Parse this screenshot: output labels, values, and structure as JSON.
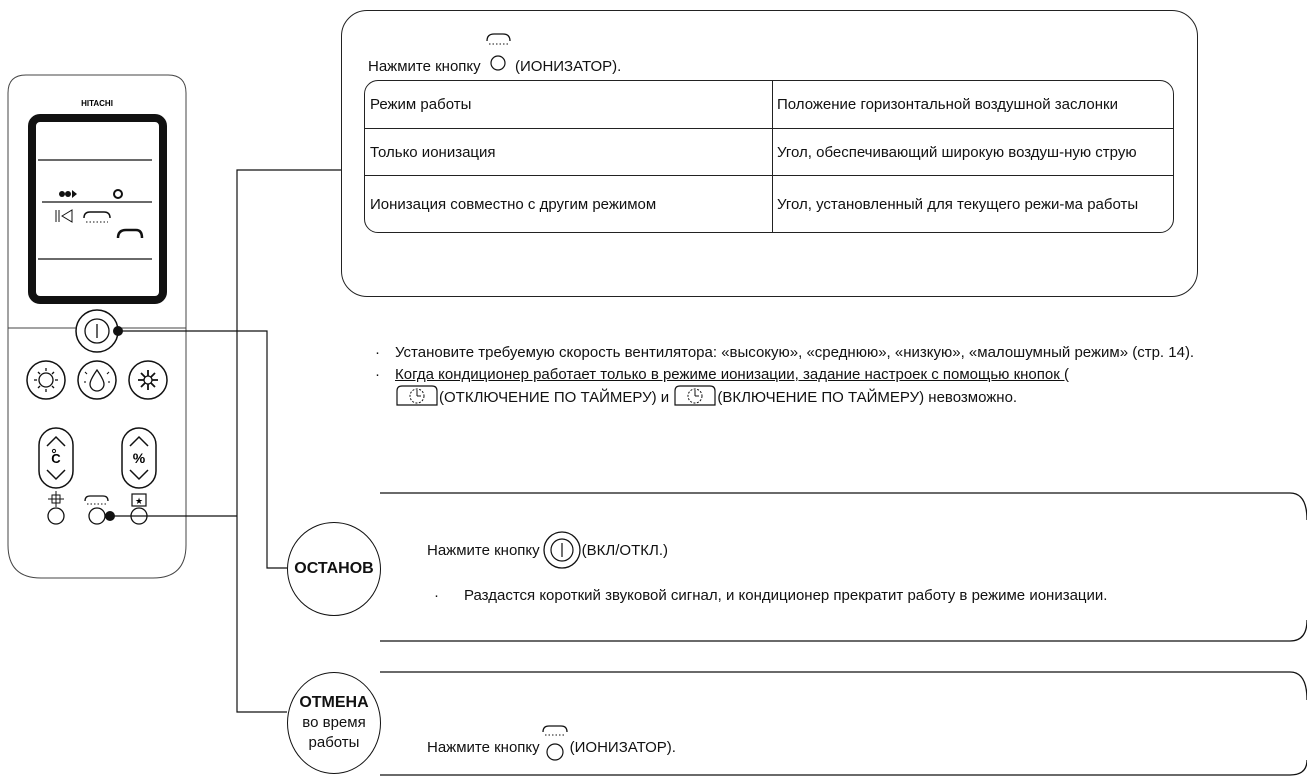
{
  "remote": {
    "brand": "HITACHI",
    "power_icon": "power-icon",
    "mode_icons": [
      "heat-mode-icon",
      "dehumidify-mode-icon",
      "cool-mode-icon"
    ],
    "temp_label": "°C",
    "humidity_label": "%",
    "small_buttons": [
      "heat-icon",
      "ionizer-icon",
      "star-icon"
    ]
  },
  "top_box": {
    "intro_prefix": "Нажмите кнопку",
    "intro_suffix": "(ИОНИЗАТОР).",
    "table": [
      {
        "col1": "Режим работы",
        "col2": "Положение горизонтальной воздушной заслонки"
      },
      {
        "col1": "Только ионизация",
        "col2": "Угол, обеспечивающий широкую воздуш-ную струю"
      },
      {
        "col1": "Ионизация совместно с другим режимом",
        "col2": "Угол, установленный для текущего режи-ма работы"
      }
    ]
  },
  "notes": {
    "note1": "Установите требуемую скорость вентилятора: «высокую», «среднюю», «низкую», «малошумный режим» (стр. 14).",
    "note2_line1": "Когда кондиционер работает только в режиме ионизации, задание настроек с помощью кнопок (",
    "note2_mid1": "(ОТКЛЮЧЕНИЕ ПО ТАЙМЕРУ) и",
    "note2_mid2": "(ВКЛЮЧЕНИЕ ПО ТАЙМЕРУ) невозможно.",
    "bullet": "·"
  },
  "stop": {
    "badge": "ОСТАНОВ",
    "press_prefix": "Нажмите кнопку",
    "press_suffix": "(ВКЛ/ОТКЛ.)",
    "note": "Раздастся короткий звуковой сигнал, и кондиционер прекратит работу в режиме ионизации."
  },
  "cancel": {
    "badge_title": "ОТМЕНА",
    "badge_line2": "во время",
    "badge_line3": "работы",
    "press_prefix": "Нажмите кнопку",
    "press_suffix": "(ИОНИЗАТОР)."
  }
}
